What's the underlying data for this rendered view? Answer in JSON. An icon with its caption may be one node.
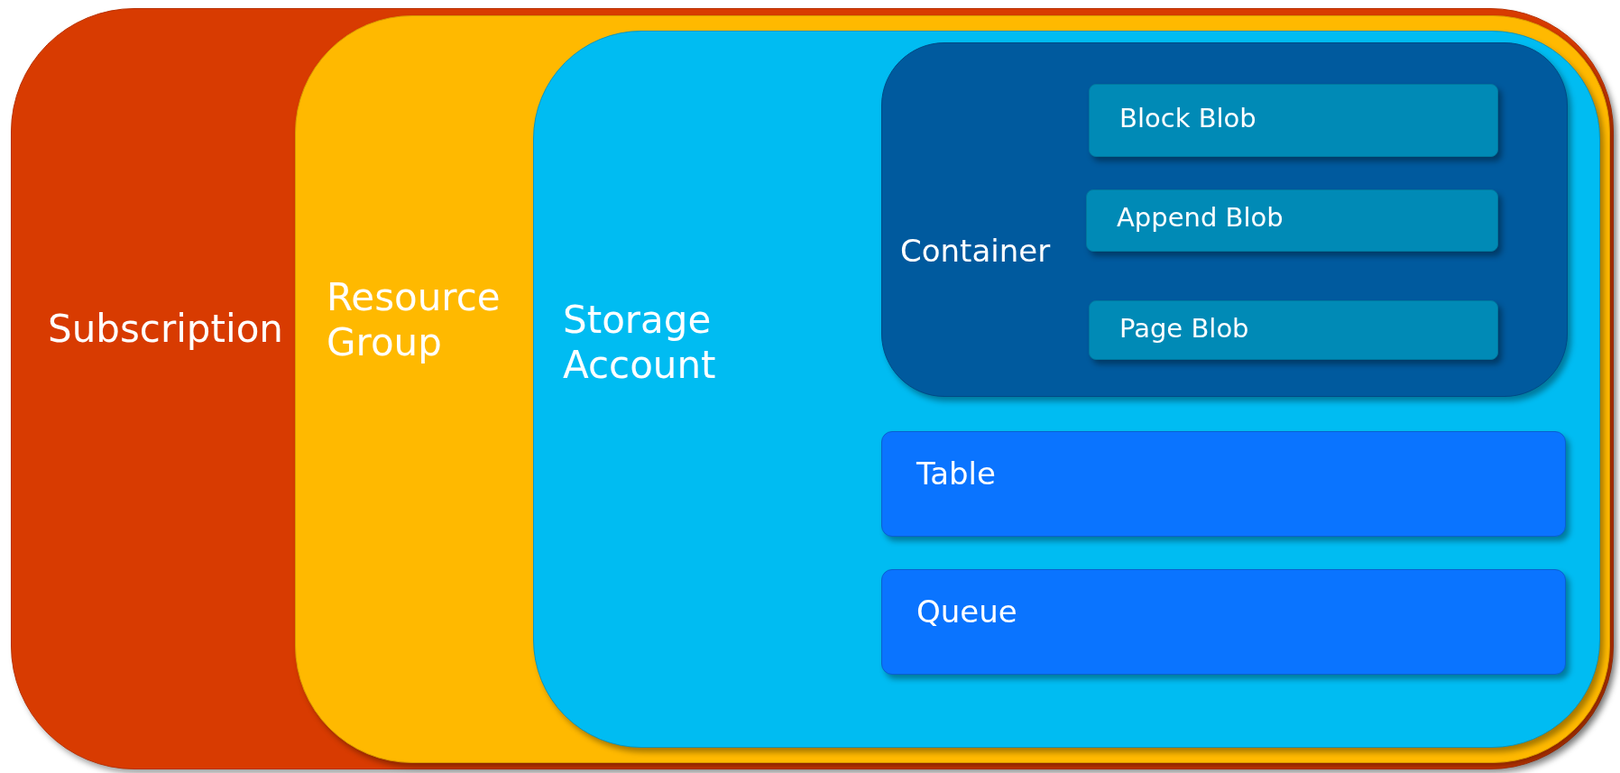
{
  "diagram": {
    "nodes": [
      {
        "text": [
          "Subscription"
        ]
      },
      {
        "text": [
          "Resource Group"
        ],
        "in": 0
      },
      {
        "text": [
          "Storage Account"
        ],
        "in": 1
      },
      {
        "text": [
          "Container"
        ],
        "in": 2
      },
      {
        "text": [
          "Block Blob"
        ],
        "in": 3
      },
      {
        "text": [
          "Append Blob"
        ],
        "in": 3
      },
      {
        "text": [
          "Page Blob"
        ],
        "in": 3
      },
      {
        "text": [
          "Table"
        ],
        "in": 2
      },
      {
        "text": [
          "Queue"
        ],
        "in": 2
      }
    ]
  }
}
